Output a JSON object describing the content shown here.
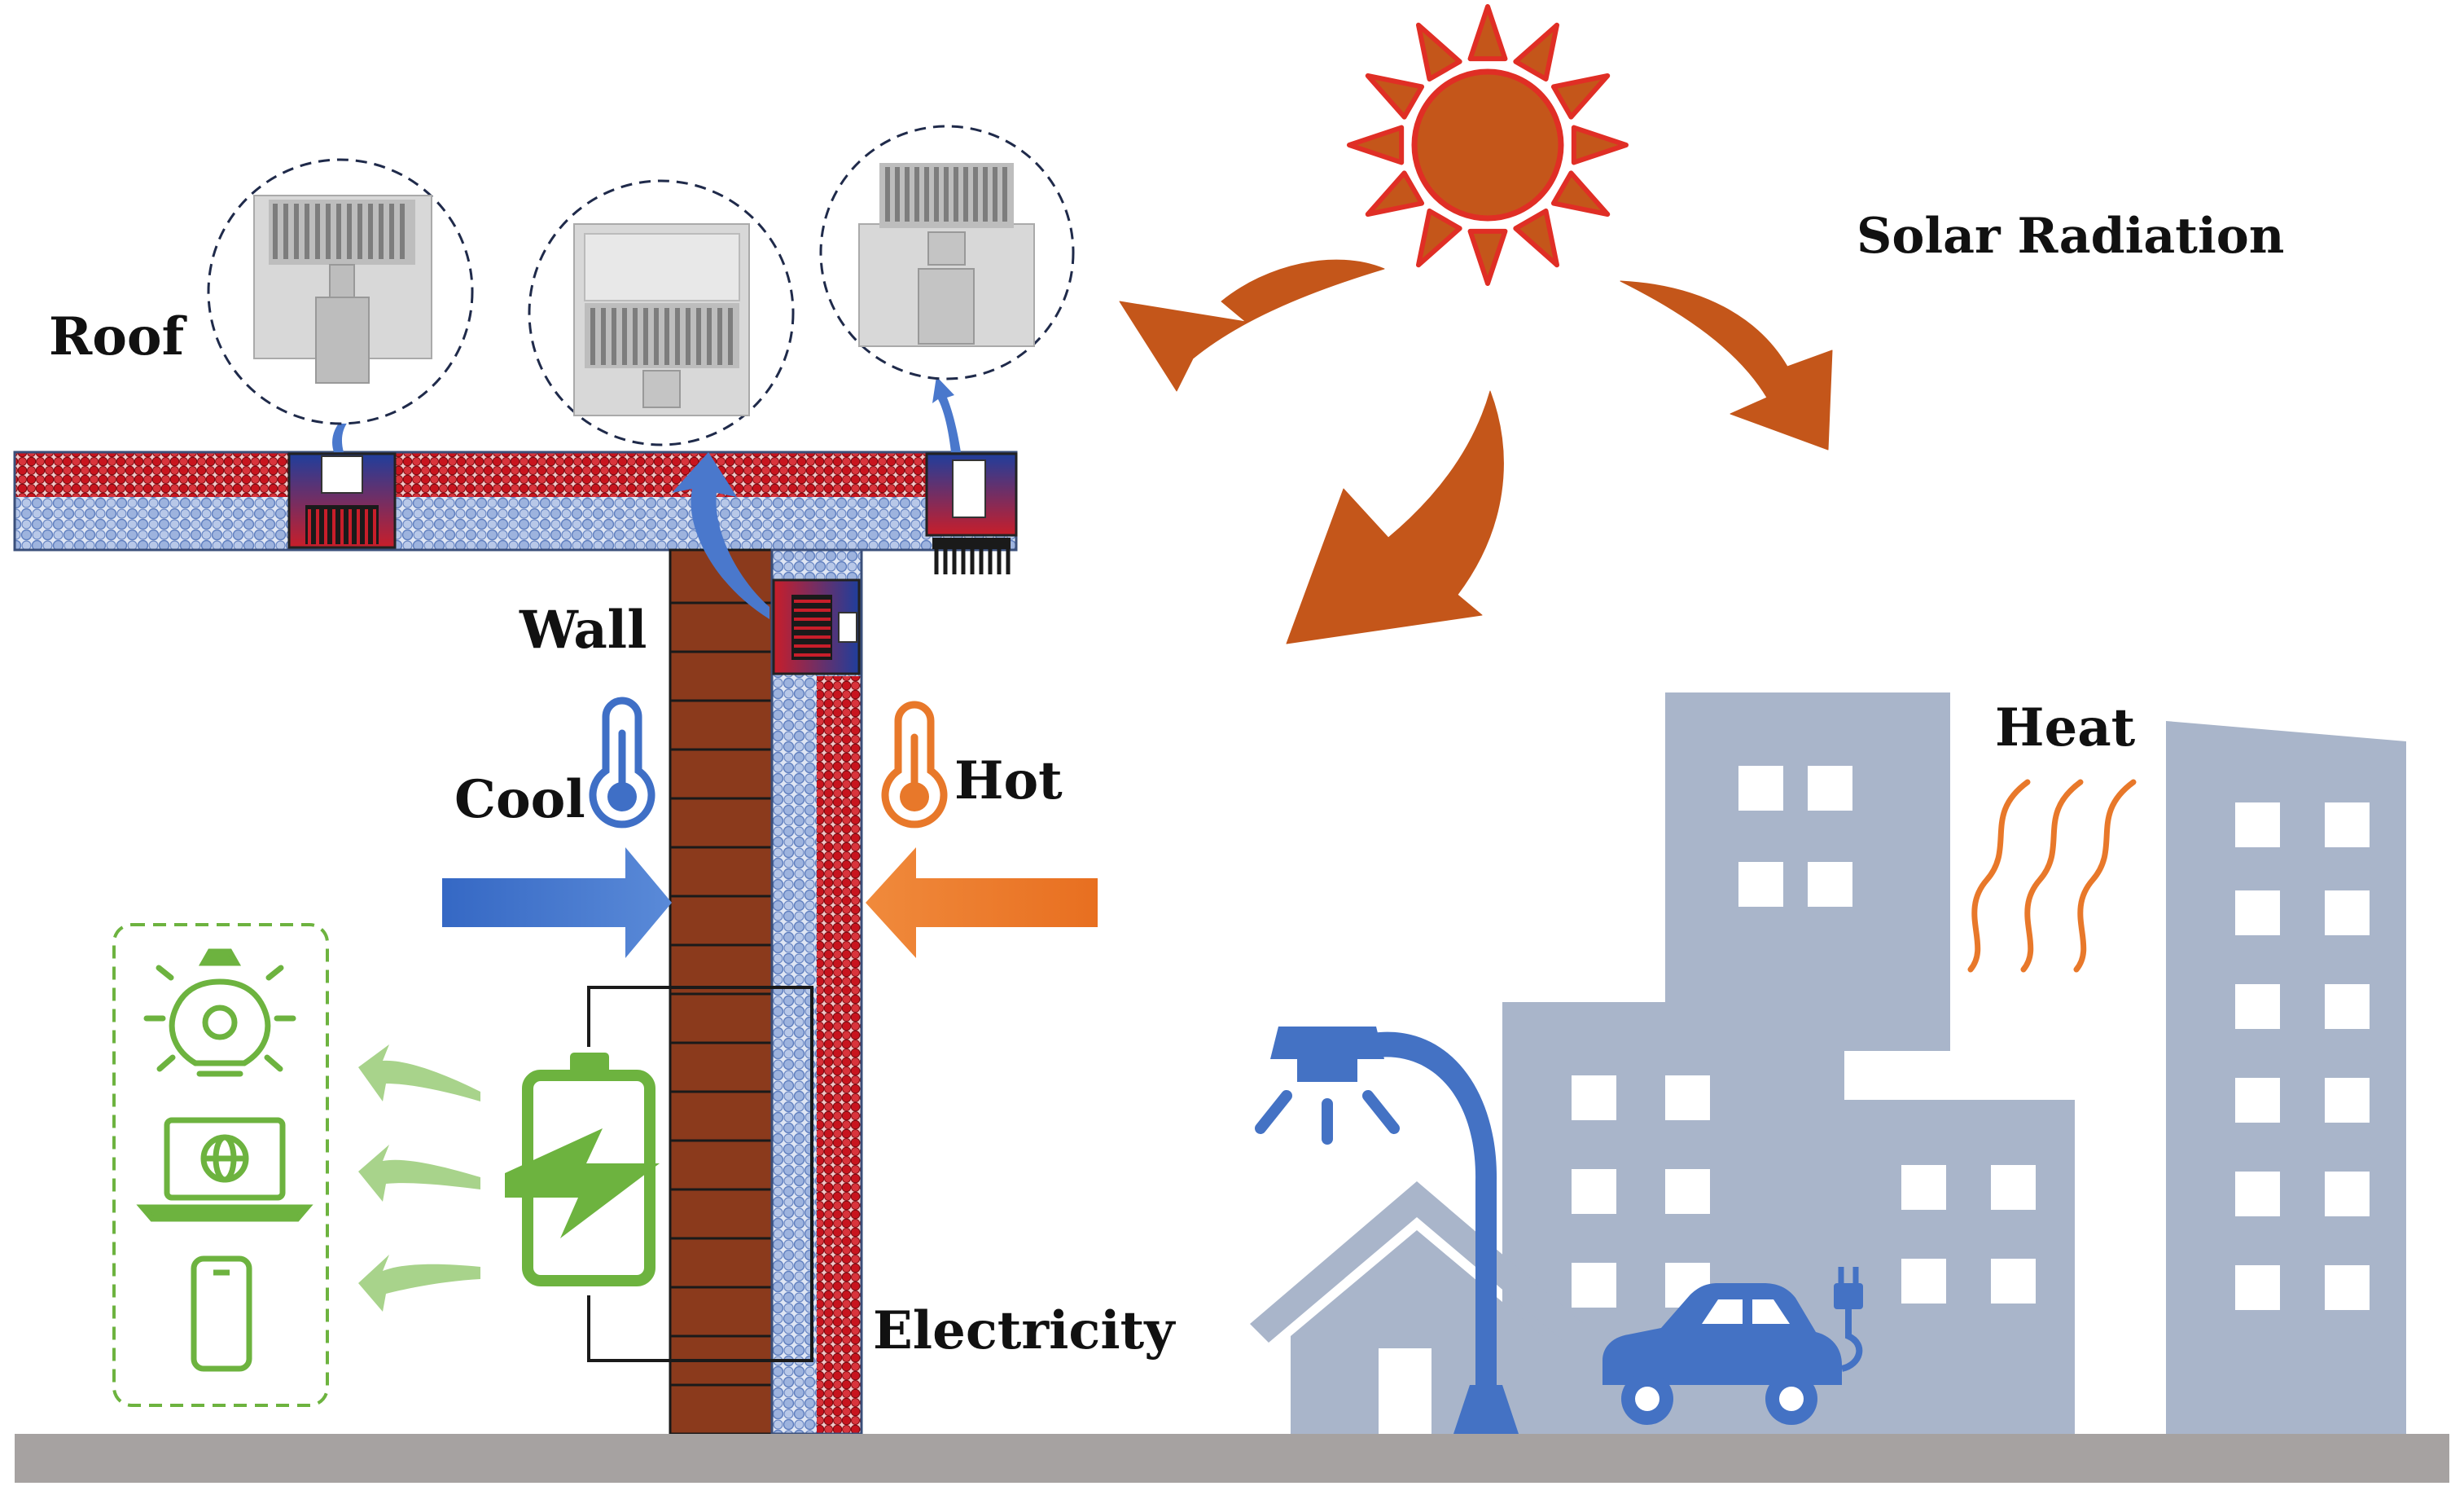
{
  "labels": {
    "solar": "Solar Radiation",
    "roof": "Roof",
    "wall": "Wall",
    "cool": "Cool",
    "hot": "Hot",
    "heat": "Heat",
    "electricity": "Electricity"
  },
  "colors": {
    "sun": "#C4561A",
    "sun_rays": "#E02E25",
    "solar_arrow": "#C4561A",
    "cool_blue": "#3F6FC6",
    "hot_orange": "#E8782A",
    "brick": "#8B3A1C",
    "building_gray": "#A9B5CA",
    "electric_green": "#6DB33F",
    "ground": "#A6A2A1",
    "particle_red": "#C8141E",
    "particle_blue": "#9DB3DE"
  },
  "icons": [
    "sun-icon",
    "thermometer-cool-icon",
    "thermometer-hot-icon",
    "battery-charging-icon",
    "light-bulb-gear-icon",
    "laptop-globe-icon",
    "smartphone-icon",
    "street-lamp-icon",
    "house-icon",
    "electric-car-icon",
    "heat-wave-icon",
    "office-building-icon"
  ]
}
